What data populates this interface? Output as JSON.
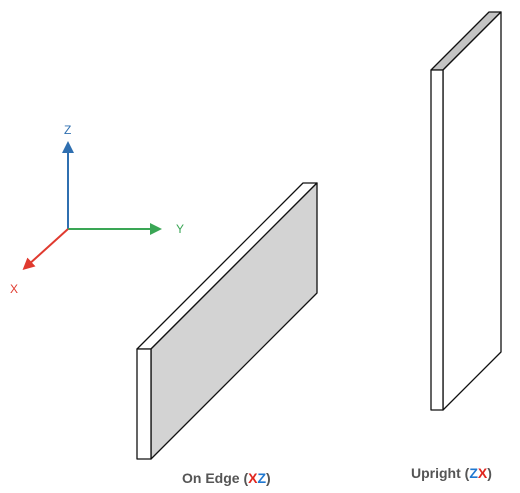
{
  "axes": {
    "z_label": "Z",
    "y_label": "Y",
    "x_label": "X",
    "colors": {
      "z": "#2f6fb0",
      "y": "#3aa655",
      "x": "#e03a2f"
    }
  },
  "captions": {
    "on_edge": {
      "text": "On Edge (",
      "first": "X",
      "second": "Z",
      "close": ")"
    },
    "upright": {
      "text": "Upright (",
      "first": "Z",
      "second": "X",
      "close": ")"
    }
  },
  "colors": {
    "caption_text": "#555555",
    "x_letter": "#e0261f",
    "z_letter": "#1f78d1",
    "plank_face": "#d3d3d3",
    "plank_edge": "#ffffff",
    "outline": "#111111"
  }
}
